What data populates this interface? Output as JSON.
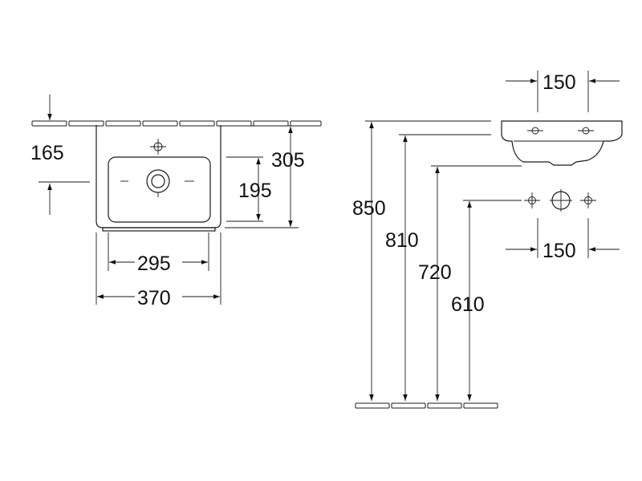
{
  "top_view": {
    "wall_depth": "165",
    "basin_depth": "305",
    "bowl_depth": "195",
    "bowl_width": "295",
    "basin_width": "370"
  },
  "side_view": {
    "height_rim": "850",
    "height_2": "810",
    "height_3": "720",
    "height_4": "610",
    "tap_spacing_top": "150",
    "tap_spacing_bottom": "150"
  }
}
